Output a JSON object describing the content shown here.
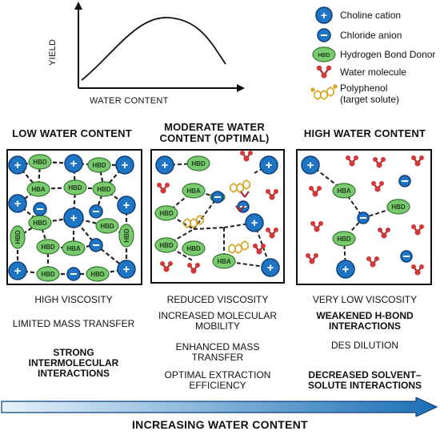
{
  "graph": {
    "y_axis_label": "YIELD",
    "x_axis_label": "WATER CONTENT"
  },
  "legend": {
    "choline": "Choline cation",
    "chloride": "Chloride anion",
    "hbd": "Hydrogen Bond Donor",
    "water": "Water molecule",
    "polyphenol_line1": "Polyphenol",
    "polyphenol_line2": "(target solute)"
  },
  "symbols": {
    "plus": "+",
    "minus": "−",
    "hbd": "HBD",
    "hba": "HBA"
  },
  "panels": [
    {
      "title": "LOW WATER CONTENT",
      "captions": [
        "HIGH VISCOSITY",
        "LIMITED MASS TRANSFER",
        "STRONG INTERMOLECULAR INTERACTIONS"
      ]
    },
    {
      "title": "MODERATE WATER CONTENT (OPTIMAL)",
      "captions": [
        "REDUCED VISCOSITY",
        "INCREASED MOLECULAR MOBILITY",
        "ENHANCED MASS TRANSFER",
        "OPTIMAL EXTRACTION EFFICIENCY"
      ]
    },
    {
      "title": "HIGH WATER CONTENT",
      "captions": [
        "VERY LOW VISCOSITY",
        "WEAKENED H-BOND INTERACTIONS",
        "DES DILUTION",
        "DECREASED SOLVENT–SOLUTE INTERACTIONS"
      ]
    }
  ],
  "bottom_arrow": {
    "label": "INCREASING WATER CONTENT"
  },
  "colors": {
    "blue": "#1f74c4",
    "blue_dark": "#0d3f7a",
    "green": "#7bc96f",
    "green_dark": "#2f7a2f",
    "water_red": "#d13a3a",
    "polyphenol": "#e2b21f",
    "arrow_light": "#cfe6f7",
    "arrow_dark": "#1b6fb5"
  }
}
